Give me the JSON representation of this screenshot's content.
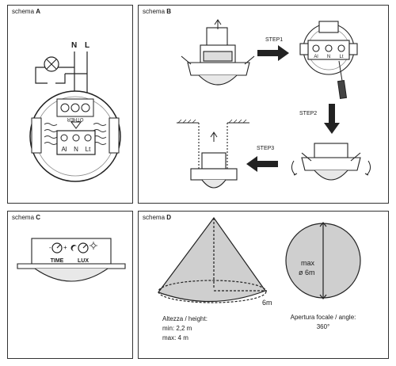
{
  "schema_a": {
    "prefix": "schema",
    "letter": "A",
    "wire_n": "N",
    "wire_l": "L",
    "brand": "OTHER",
    "term_1": "Al",
    "term_2": "N",
    "term_3": "Lt"
  },
  "schema_b": {
    "prefix": "schema",
    "letter": "B",
    "step1": "STEP1",
    "step2": "STEP2",
    "step3": "STEP3",
    "term_1": "Al",
    "term_2": "N",
    "term_3": "Lt"
  },
  "schema_c": {
    "prefix": "schema",
    "letter": "C",
    "time_label": "TIME",
    "lux_label": "LUX",
    "minus": "-",
    "plus": "+"
  },
  "schema_d": {
    "prefix": "schema",
    "letter": "D",
    "radius_label": "6m",
    "height_title": "Altezza / height:",
    "height_min": "min: 2,2 m",
    "height_max": "max: 4 m",
    "range_max": "max",
    "range_diam": "ø 6m",
    "aperture_title": "Apertura focale / angle:",
    "aperture_value": "360°"
  }
}
